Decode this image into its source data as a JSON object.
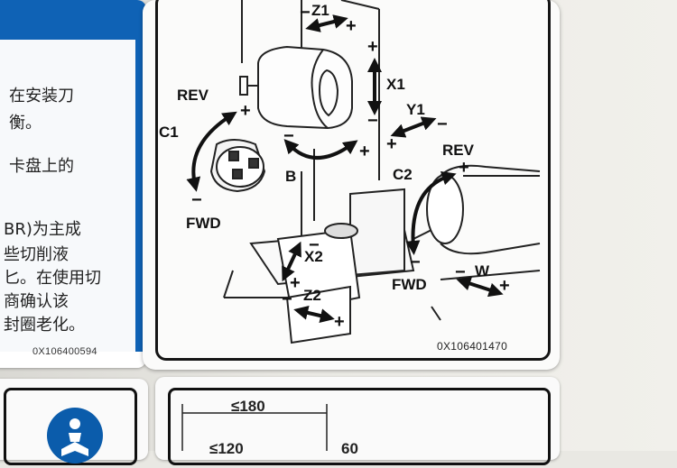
{
  "left_label": {
    "lines": [
      "在安装刀",
      "衡。",
      "卡盘上的",
      "BR)为主成",
      "些切削液",
      "匕。在使用切",
      "商确认该",
      "封圈老化。"
    ],
    "code": "0X106400594"
  },
  "main_label": {
    "axes": {
      "z1": "Z1",
      "x1": "X1",
      "y1": "Y1",
      "b": "B",
      "c1": "C1",
      "c2": "C2",
      "x2": "X2",
      "z2": "Z2",
      "w": "W",
      "rev_left": "REV",
      "fwd_left": "FWD",
      "rev_right": "REV",
      "fwd_right": "FWD"
    },
    "signs": {
      "minus": "−",
      "plus": "+"
    },
    "code": "0X106401470"
  },
  "bottom_label": {
    "dim_top": "≤180",
    "dim_left": "≤120",
    "dim_right": "60"
  },
  "colors": {
    "ink": "#111111",
    "label_bg": "#fbfbfa",
    "blue": "#0f62b5"
  }
}
